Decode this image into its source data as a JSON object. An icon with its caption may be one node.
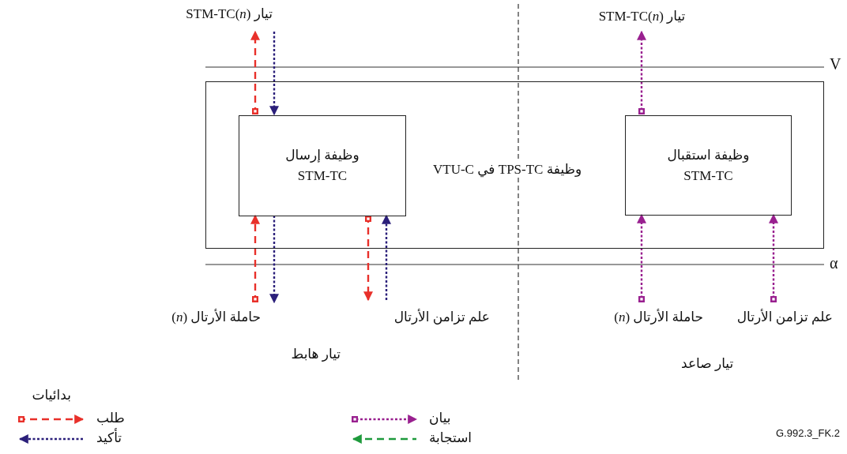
{
  "diagram": {
    "nodes": [
      {
        "text": [
          "وظيفة TPS-TC في VTU-C"
        ]
      },
      {
        "text": [
          "وظيفة إرسال STM-TC"
        ],
        "in": 0
      },
      {
        "text": [
          "وظيفة استقبال STM-TC"
        ],
        "in": 0
      },
      {
        "text": [
          "تيار STM-TC(*n*)"
        ]
      },
      {
        "text": [
          "تيار STM-TC(*n*)"
        ]
      },
      {
        "text": [
          "حاملة الأرتال (*n*)"
        ]
      },
      {
        "text": [
          "علم تزامن الأرتال"
        ]
      },
      {
        "text": [
          "حاملة الأرتال (*n*)"
        ]
      },
      {
        "text": [
          "علم تزامن الأرتال"
        ]
      }
    ],
    "edges": [
      {
        "from": 1,
        "to": 3,
        "arrow": "to",
        "style": "dashed",
        "color": "#e8302a"
      },
      {
        "from": 3,
        "to": 1,
        "arrow": "to",
        "color": "#2b1f7a"
      },
      {
        "from": 5,
        "to": 1,
        "arrow": "to",
        "style": "dashed",
        "color": "#e8302a"
      },
      {
        "from": 1,
        "to": 5,
        "arrow": "to",
        "color": "#2b1f7a"
      },
      {
        "from": 1,
        "to": 6,
        "arrow": "to",
        "style": "dashed",
        "color": "#e8302a"
      },
      {
        "from": 6,
        "to": 1,
        "arrow": "to",
        "color": "#2b1f7a"
      },
      {
        "from": 2,
        "to": 4,
        "arrow": "to",
        "color": "#99208f"
      },
      {
        "from": 7,
        "to": 2,
        "arrow": "to",
        "color": "#99208f"
      },
      {
        "from": 8,
        "to": 2,
        "arrow": "to",
        "color": "#99208f"
      }
    ],
    "labels": [
      "V",
      "α",
      "تيار هابط",
      "تيار صاعد",
      "بدائيات",
      "G.992.3_FK.2"
    ],
    "legend": [
      {
        "text": "طلب"
      },
      {
        "text": "تأكيد"
      },
      {
        "text": "بيان"
      },
      {
        "text": "استجابة"
      }
    ]
  }
}
